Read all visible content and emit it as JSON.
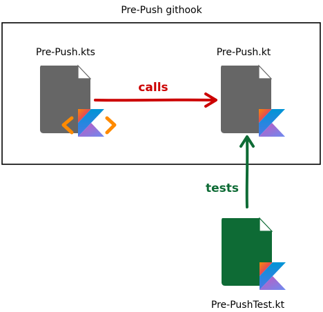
{
  "group": {
    "title": "Pre-Push githook"
  },
  "files": {
    "script": {
      "label": "Pre-Push.kts",
      "color": "#666666"
    },
    "main": {
      "label": "Pre-Push.kt",
      "color": "#666666"
    },
    "test": {
      "label": "Pre-PushTest.kt",
      "color": "#0e6b35"
    }
  },
  "edges": {
    "calls": {
      "label": "calls",
      "color": "#cc0000"
    },
    "tests": {
      "label": "tests",
      "color": "#0e6b35"
    }
  },
  "colors": {
    "script_brackets": "#ff8a00"
  }
}
